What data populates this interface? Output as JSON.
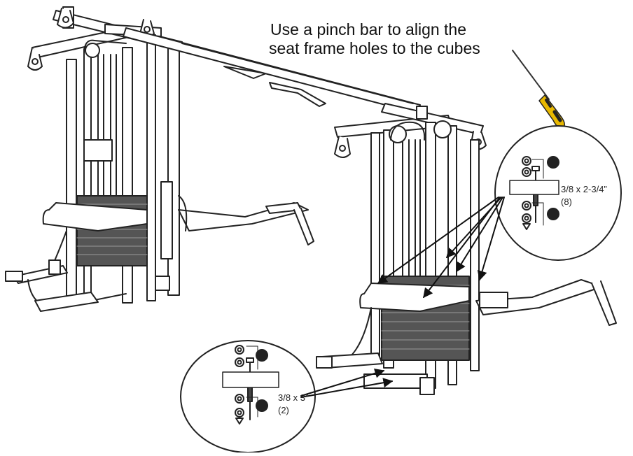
{
  "instruction": {
    "line1": "Use a pinch bar to align the",
    "line2": "seat frame holes to the cubes"
  },
  "detail_upper": {
    "bolt_size": "3/8 x 2-3/4”",
    "quantity": "(8)"
  },
  "detail_lower": {
    "bolt_size": "3/8 x 3”",
    "quantity": "(2)"
  },
  "icons": {
    "tool": "pinch-bar-icon",
    "hardware": "bolt-assembly-icon"
  }
}
